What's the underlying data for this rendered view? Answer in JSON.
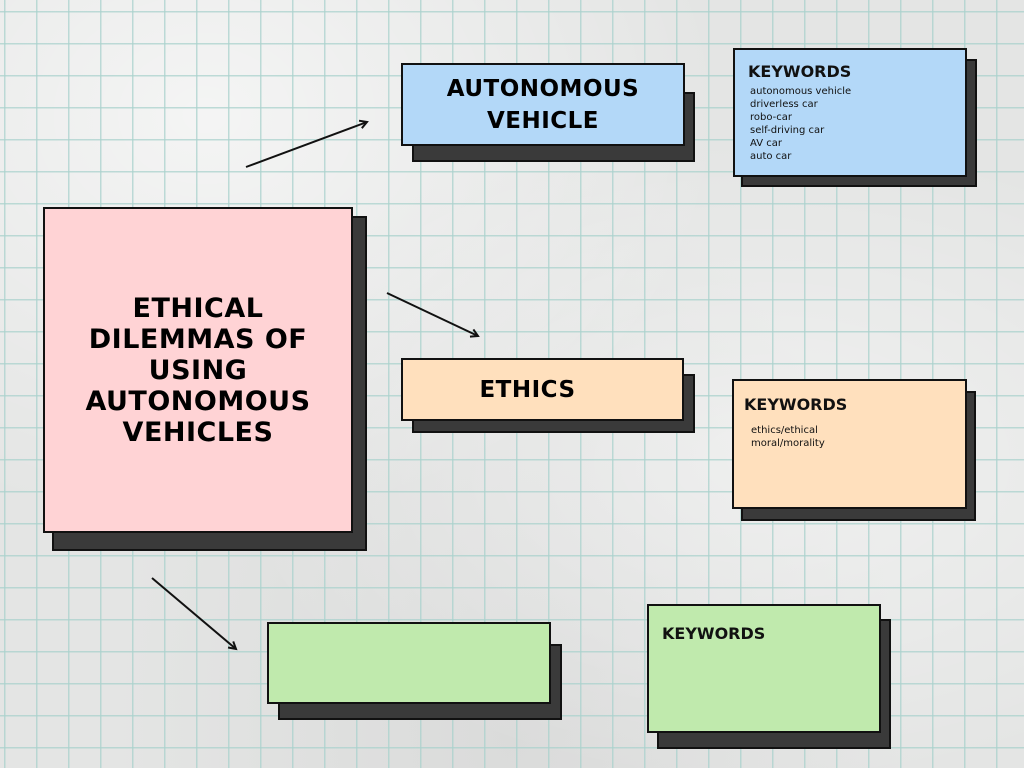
{
  "diagram": {
    "main_topic": {
      "title": "ETHICAL DILEMMAS OF USING AUTONOMOUS VEHICLES",
      "color": "#ffd3d5"
    },
    "concepts": [
      {
        "title": "AUTONOMOUS VEHICLE",
        "color": "#b3d8f8",
        "keywords_heading": "KEYWORDS",
        "keywords": [
          "autonomous vehicle",
          "driverless car",
          "robo-car",
          "self-driving car",
          "AV car",
          "auto car"
        ]
      },
      {
        "title": "ETHICS",
        "color": "#ffe0bd",
        "keywords_heading": "KEYWORDS",
        "keywords": [
          "ethics/ethical",
          "moral/morality"
        ]
      },
      {
        "title": "",
        "color": "#c0eaad",
        "keywords_heading": "KEYWORDS",
        "keywords": []
      }
    ],
    "shadow_color": "#3a3a3a",
    "arrow_color": "#111111"
  }
}
